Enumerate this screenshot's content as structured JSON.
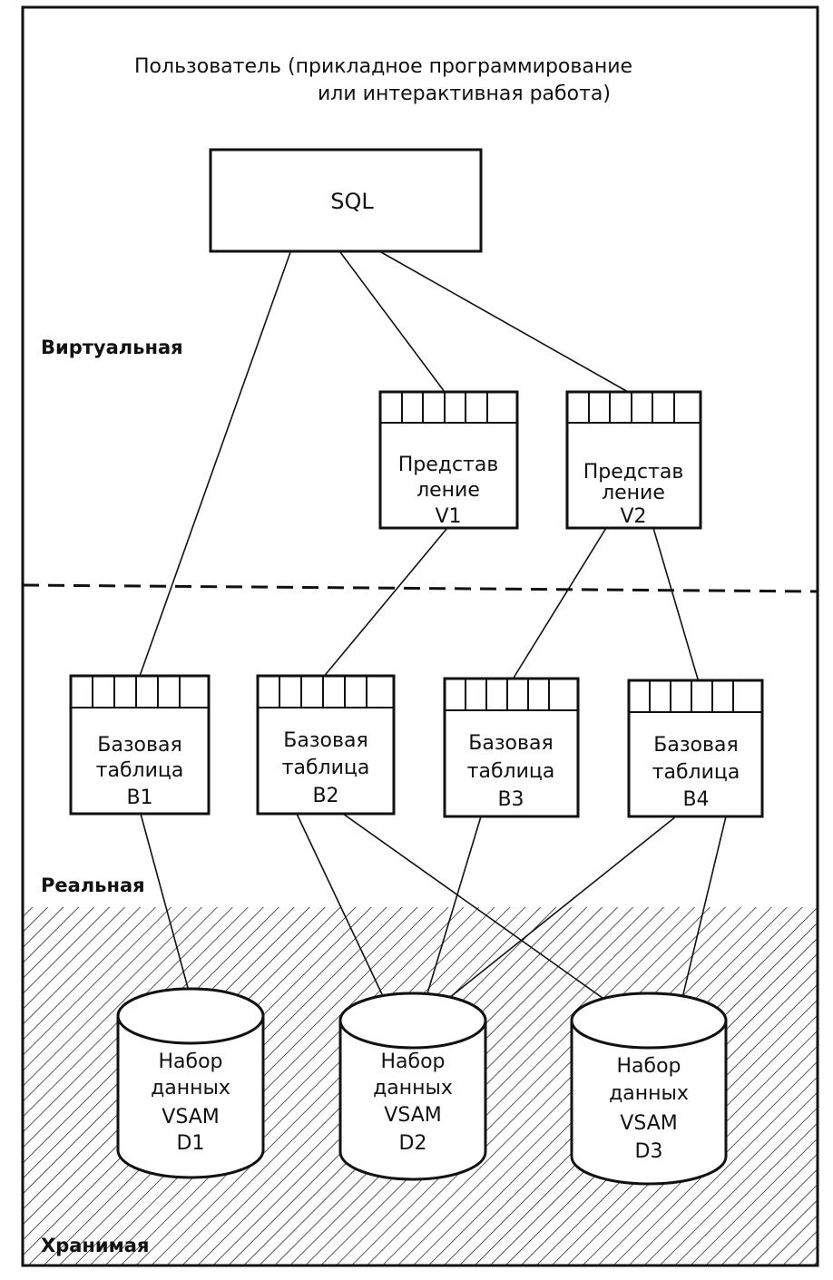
{
  "user_label": {
    "line1": "Пользователь  (прикладное программирование",
    "line2": "или интерактивная работа)"
  },
  "sql_label": "SQL",
  "levels": {
    "virtual": "Виртуальная",
    "real": "Реальная",
    "storage": "Хранимая"
  },
  "views": [
    {
      "id": "V1",
      "line1": "Представ",
      "line2": "ление",
      "line3": "V1"
    },
    {
      "id": "V2",
      "line1": "Представ",
      "line2": "ление",
      "line3": "V2"
    }
  ],
  "base_tables": [
    {
      "id": "B1",
      "line1": "Базовая",
      "line2": "таблица",
      "line3": "B1"
    },
    {
      "id": "B2",
      "line1": "Базовая",
      "line2": "таблица",
      "line3": "B2"
    },
    {
      "id": "B3",
      "line1": "Базовая",
      "line2": "таблица",
      "line3": "B3"
    },
    {
      "id": "B4",
      "line1": "Базовая",
      "line2": "таблица",
      "line3": "B4"
    }
  ],
  "datasets": [
    {
      "id": "D1",
      "line1": "Набор",
      "line2": "данных",
      "line3": "VSAM",
      "line4": "D1"
    },
    {
      "id": "D2",
      "line1": "Набор",
      "line2": "данных",
      "line3": "VSAM",
      "line4": "D2"
    },
    {
      "id": "D3",
      "line1": "Набор",
      "line2": "данных",
      "line3": "VSAM",
      "line4": "D3"
    }
  ],
  "connections": [
    [
      "SQL",
      "B1"
    ],
    [
      "SQL",
      "V1"
    ],
    [
      "SQL",
      "V2"
    ],
    [
      "V1",
      "B2"
    ],
    [
      "V2",
      "B3"
    ],
    [
      "V2",
      "B4"
    ],
    [
      "B1",
      "D1"
    ],
    [
      "B2",
      "D2"
    ],
    [
      "B2",
      "D3"
    ],
    [
      "B3",
      "D2"
    ],
    [
      "B4",
      "D2"
    ],
    [
      "B4",
      "D3"
    ]
  ]
}
